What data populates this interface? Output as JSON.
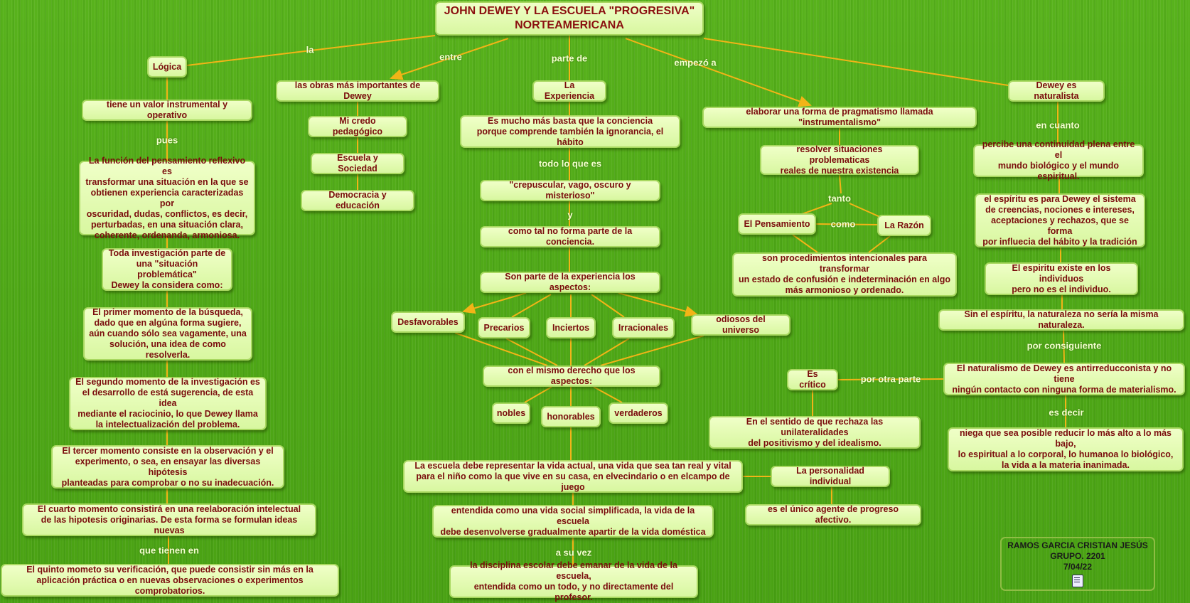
{
  "title": "JOHN DEWEY Y LA ESCUELA \"PROGRESIVA\"\nNORTEAMERICANA",
  "author": {
    "name": "RAMOS GARCIA CRISTIAN JESÚS",
    "group": "GRUPO. 2201",
    "date": "7/04/22",
    "icon": "document-icon"
  },
  "colors": {
    "background": "#52ab19",
    "node_fill": "#e4fab4",
    "node_text": "#7a0d0d",
    "connector": "#f2b417",
    "label_text": "#f4ffd0"
  },
  "nodes": {
    "logica": "Lógica",
    "valor": "tiene un valor instrumental y operativo",
    "funcion": "La función del pensamiento reflexivo es\ntransformar una situación en la que se\nobtienen experiencia caracterizadas por\noscuridad, dudas, conflictos, es decir,\nperturbadas, en una situación clara,\ncoherente, ordenanda, armoniosa.",
    "toda": "Toda investigación parte de\nuna \"situación problemática\"\nDewey la considera como:",
    "primer": "El primer momento de la búsqueda,\ndado que en algúna forma sugiere,\naún cuando sólo sea vagamente, una\nsolución, una idea de como resolverla.",
    "segundo": "El segundo momento de la investigación es\nel desarrollo de está sugerencia, de esta idea\nmediante el raciocinio, lo que Dewey llama\nla intelectualización del problema.",
    "tercer": "El tercer momento consiste en la observación y el\nexperimento, o sea, en ensayar las diversas hipótesis\nplanteadas para comprobar o no su inadecuación.",
    "cuarto": "El cuarto momento consistirá en una reelaboración intelectual\nde las hipotesis originarias. De esta forma se formulan ideas nuevas",
    "quinto": "El quinto mometo su verificación, que puede consistir sin más en la\naplicación práctica o en nuevas observaciones o experimentos comprobatorios.",
    "obras": "las obras más importantes de Dewey",
    "credo": "Mi credo pedagógico",
    "escuela": "Escuela y Sociedad",
    "democracia": "Democracia y educación",
    "experiencia": "La Experiencia",
    "basta": "Es mucho más basta que la conciencia\nporque comprende también la ignorancia, el hábito",
    "crepuscular": "\"crepuscular, vago, oscuro y misterioso\"",
    "como_tal": "como tal no forma parte de la conciencia.",
    "aspectos": "Son parte de la experiencia los aspectos:",
    "desfavorables": "Desfavorables",
    "precarios": "Precarios",
    "inciertos": "Inciertos",
    "irracionales": "Irracionales",
    "odiosos": "odiosos del universo",
    "mismo_derecho": "con el mismo derecho que los aspectos:",
    "nobles": "nobles",
    "honorables": "honorables",
    "verdaderos": "verdaderos",
    "escuela_vida": "La escuela debe representar la vida actual, una vida que sea tan real y vital\npara el niño como la que vive en su casa, en elvecindario o en elcampo de juego",
    "entendida": "entendida como una vida social simplificada, la vida de la escuela\ndebe desenvolverse gradualmente apartir de la vida doméstica",
    "disciplina": "la disciplina escolar debe emanar de la vida de la escuela,\nentendida como un todo, y no directamente del profesor.",
    "personalidad": "La personalidad individual",
    "agente": "es el único agente de progreso afectivo.",
    "pragmatismo": "elaborar una forma de pragmatismo llamada \"instrumentalismo\"",
    "resolver": "resolver situaciones problematicas\nreales de nuestra existencia",
    "pensamiento": "El Pensamiento",
    "razon": "La Razón",
    "procedimientos": "son procedimientos intencionales para transformar\nun estado de confusión e indeterminación en algo\nmás armonioso y ordenado.",
    "naturalista": "Dewey es naturalista",
    "percibe": "percibe una continuidad plena entre el\nmundo biológico y el mundo espiritual.",
    "espiritu_sistema": "el espíritu es para Dewey el sistema\nde creencias, nociones e intereses,\naceptaciones y rechazos, que se forma\npor influecia del hábito y la tradición",
    "espiritu_existe": "El espiritu existe en los individuos\npero no es el individuo.",
    "sin_espiritu": "Sin el espíritu, la naturaleza no sería la misma naturaleza.",
    "naturalismo": "El naturalismo de Dewey es antirreducconista y no tiene\nningún contacto con ninguna forma de materialismo.",
    "niega": "niega que sea posible reducir lo más alto a lo más bajo,\nlo espiritual a lo corporal, lo humanoa lo biológico,\nla vida a la materia inanimada.",
    "critico": "Es crítico",
    "sentido": "En el sentido de que rechaza las unilateralidades\ndel positivismo y del idealismo."
  },
  "labels": {
    "la": "la",
    "entre": "entre",
    "parte_de": "parte de",
    "empezo_a": "empezó a",
    "pues": "pues",
    "que_tienen_en": "que tienen en",
    "todo_lo_que_es": "todo lo que es",
    "y": "y",
    "a_su_vez": "a su vez",
    "tanto": "tanto",
    "como": "como",
    "en_cuanto": "en cuanto",
    "por_consiguiente": "por consiguiente",
    "es_decir": "es decir",
    "por_otra_parte": "por otra parte"
  }
}
